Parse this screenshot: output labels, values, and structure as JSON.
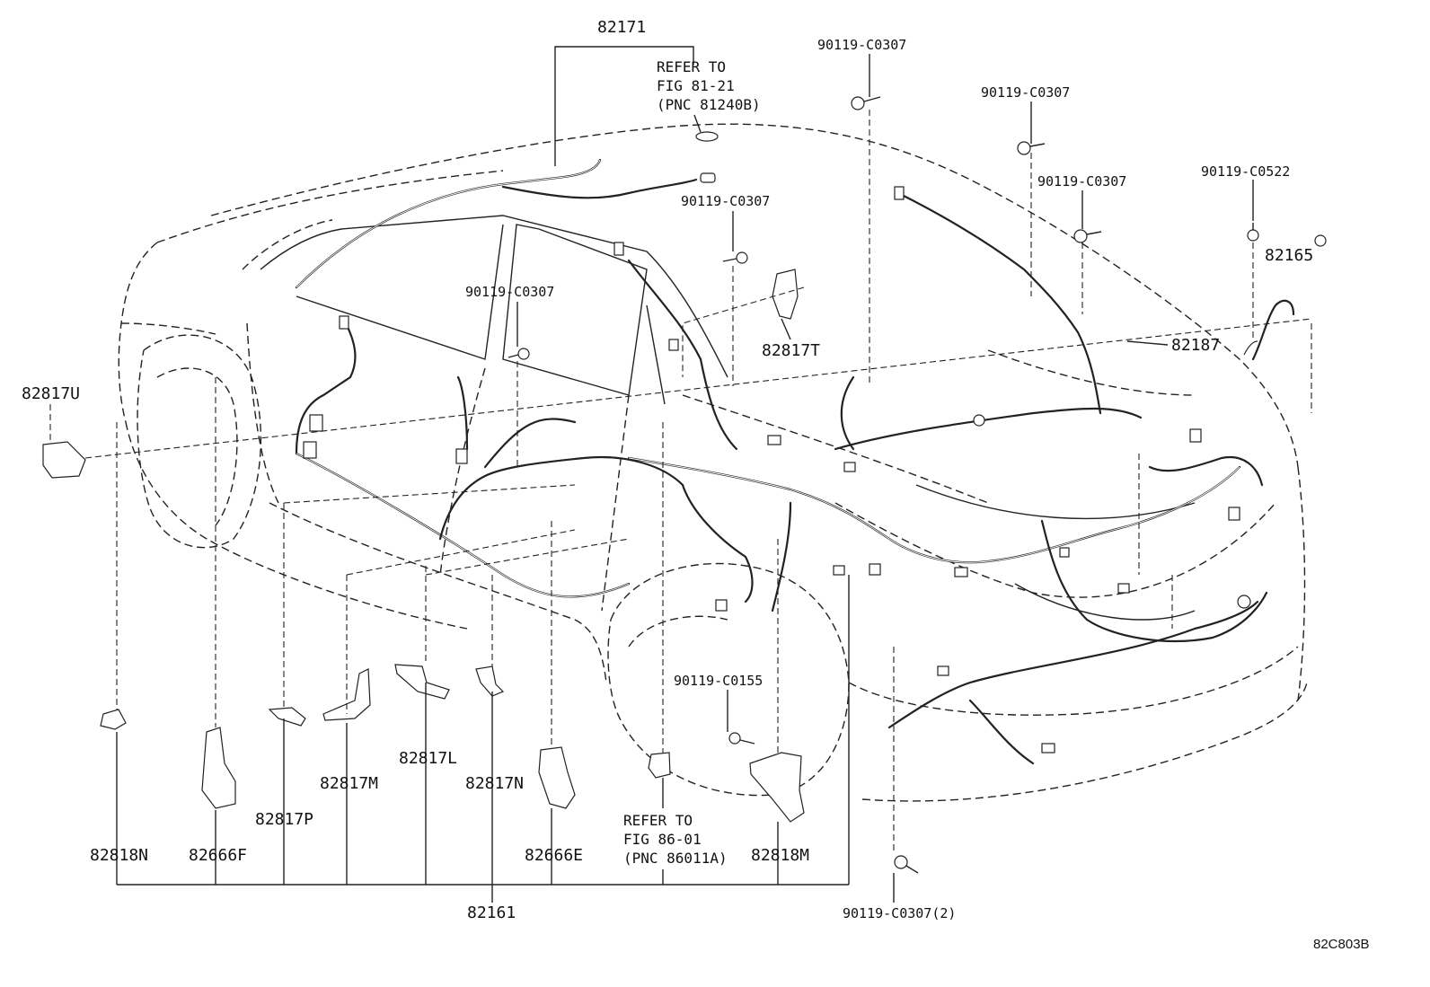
{
  "diagram": {
    "labels": [
      {
        "id": "p82171",
        "text": "82171"
      },
      {
        "id": "p82817U",
        "text": "82817U"
      },
      {
        "id": "p82817T",
        "text": "82817T"
      },
      {
        "id": "p82165",
        "text": "82165"
      },
      {
        "id": "p82187",
        "text": "82187"
      },
      {
        "id": "p82818N",
        "text": "82818N"
      },
      {
        "id": "p82666F",
        "text": "82666F"
      },
      {
        "id": "p82817P",
        "text": "82817P"
      },
      {
        "id": "p82817M",
        "text": "82817M"
      },
      {
        "id": "p82817L",
        "text": "82817L"
      },
      {
        "id": "p82817N",
        "text": "82817N"
      },
      {
        "id": "p82666E",
        "text": "82666E"
      },
      {
        "id": "p82818M",
        "text": "82818M"
      },
      {
        "id": "p82161",
        "text": "82161"
      },
      {
        "id": "b1",
        "text": "90119-C0307"
      },
      {
        "id": "b2",
        "text": "90119-C0307"
      },
      {
        "id": "b3",
        "text": "90119-C0307"
      },
      {
        "id": "b4",
        "text": "90119-C0307"
      },
      {
        "id": "b5",
        "text": "90119-C0307"
      },
      {
        "id": "b6",
        "text": "90119-C0522"
      },
      {
        "id": "b7",
        "text": "90119-C0155"
      },
      {
        "id": "b8",
        "text": "90119-C0307(2)"
      }
    ],
    "refer_top": [
      "REFER TO",
      "FIG 81-21",
      "(PNC 81240B)"
    ],
    "refer_bottom": [
      "REFER TO",
      "FIG 86-01",
      "(PNC 86011A)"
    ],
    "figure_code": "82C803B"
  }
}
